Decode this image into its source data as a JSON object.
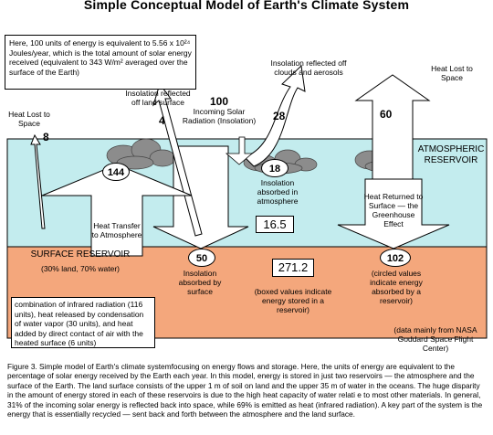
{
  "title": "Simple Conceptual Model of Earth's Climate System",
  "info_box": "Here, 100 units of energy is equivalent to 5.56 x 10²⁴ Joules/year, which is the total amount of solar energy received (equivalent to 343 W/m² averaged over the surface of the Earth)",
  "colors": {
    "atmosphere": "#c3ecee",
    "surface": "#f4a77c",
    "cloud": "#8c8c8c"
  },
  "incoming": {
    "value": "100",
    "label": "Incoming Solar Radiation (Insolation)"
  },
  "reflected_land": {
    "value": "4",
    "label": "Insolation reflected off land surface"
  },
  "reflected_clouds": {
    "value": "28",
    "label": "Insolation reflected off clouds and aerosols"
  },
  "heat_lost_left": {
    "value": "8",
    "label": "Heat Lost to Space"
  },
  "heat_lost_right": {
    "value": "60",
    "label": "Heat Lost to Space"
  },
  "atmosphere": {
    "label": "ATMOSPHERIC RESERVOIR",
    "absorbed_value": "144",
    "insolation_absorbed_value": "18",
    "insolation_absorbed_label": "Insolation absorbed in atmosphere",
    "stored": "16.5",
    "heat_transfer_label": "Heat Transfer to Atmosphere",
    "greenhouse_label": "Heat Returned to Surface — the Greenhouse Effect"
  },
  "surface": {
    "label": "SURFACE RESERVOIR",
    "sublabel": "(30% land, 70% water)",
    "absorbed_value": "50",
    "absorbed_label": "Insolation absorbed by surface",
    "stored": "271.2",
    "stored_note": "(boxed values indicate energy stored in a reservoir)",
    "circled_value": "102",
    "circled_note": "(circled values indicate energy absorbed by a reservoir)"
  },
  "combination_box": "combination of infrared radiation (116 units), heat released by condensation of water vapor (30 units), and heat added by direct contact of air with the heated surface (6 units)",
  "source_note": "(data mainly from NASA Goddard Space Flight Center)",
  "caption": "Figure 3. Simple model of Earth's climate systemfocusing on energy flows and storage.  Here, the units of energy are equivalent to the percentage of solar energy received by the Earth each year.  In this model, energy is stored in just two reservoirs — the atmosphere and the surface of the Earth.  The land surface consists of the upper 1 m of soil on land and the upper 35 m of water in the oceans.  The huge disparity in the amount of energy stored in each of these reservoirs is due to the high heat capacity of water relati e to most other materials.  In general, 31% of the incoming solar energy is reflected back into space, while 69% is emitted as heat (infrared radiation).  A key part of the system is the energy that is essentially recycled — sent back and forth between the atmosphere and the land surface."
}
